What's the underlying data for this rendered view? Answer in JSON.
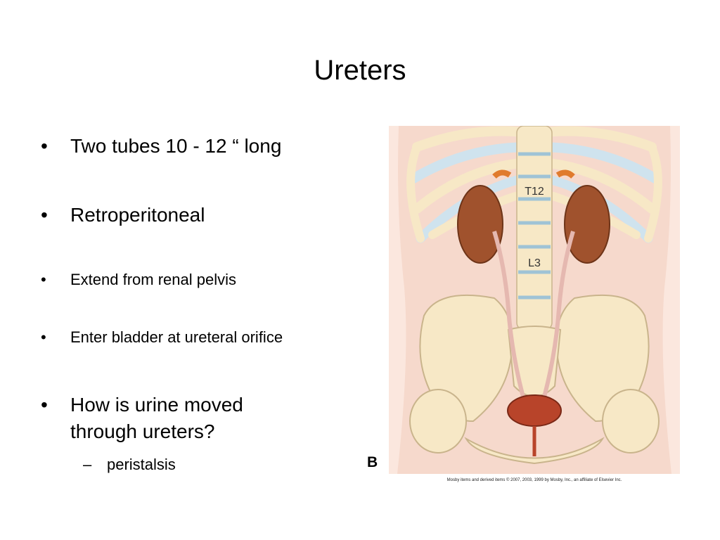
{
  "slide": {
    "title": "Ureters",
    "bullets": [
      {
        "marker": "•",
        "text": "Two tubes 10 - 12 “ long"
      },
      {
        "marker": "•",
        "text": "Retroperitoneal"
      },
      {
        "marker": "•",
        "text": "Extend from renal pelvis"
      },
      {
        "marker": "•",
        "text": "Enter bladder at ureteral orifice"
      },
      {
        "marker": "•",
        "text": "How is urine moved through ureters?"
      }
    ],
    "sub_bullet": {
      "marker": "–",
      "text": "peristalsis"
    }
  },
  "figure": {
    "label": "B",
    "vertebra_labels": [
      "T12",
      "L3"
    ],
    "credit": "Mosby items and derived items © 2007, 2003, 1999 by Mosby, Inc., an affiliate of Elsevier Inc.",
    "colors": {
      "skin": "#f6d9cc",
      "bone": "#f7e8c6",
      "cartilage": "#cfe3ee",
      "kidney": "#a0522d",
      "ureter": "#e5b8b0",
      "bladder": "#b8442a"
    }
  }
}
